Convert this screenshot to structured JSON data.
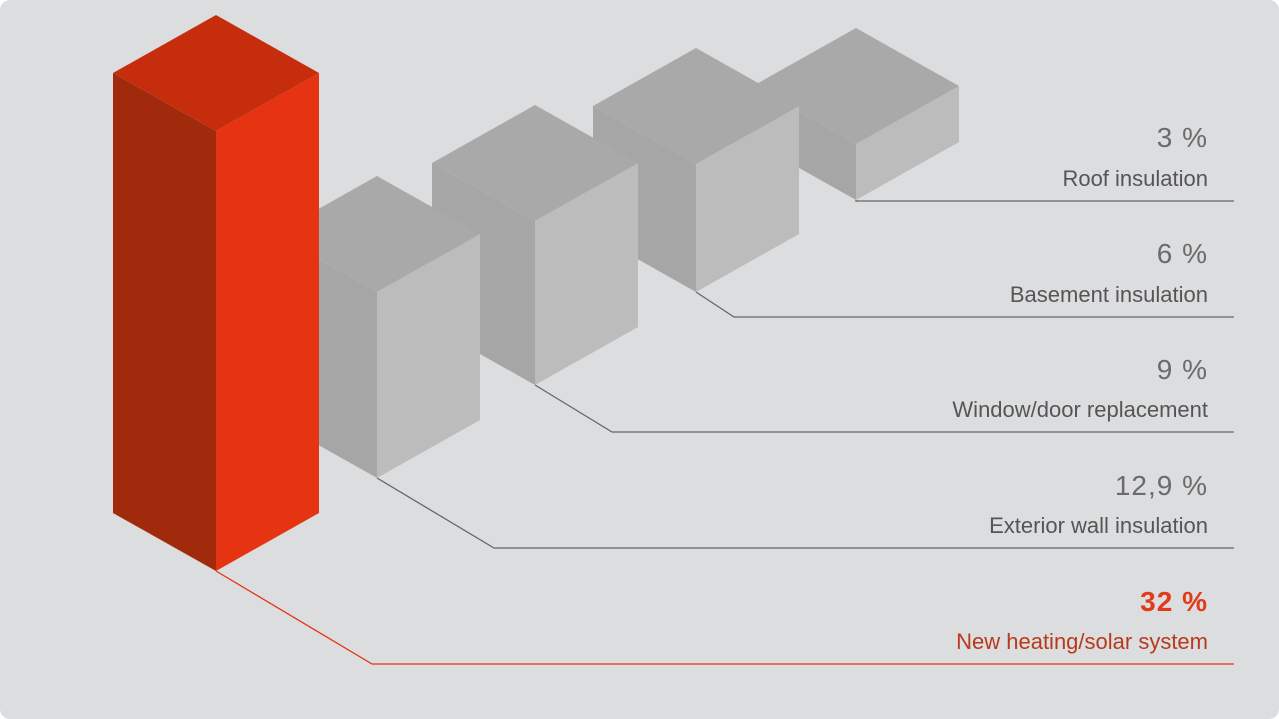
{
  "colors": {
    "background": "#dcdddf",
    "highlight_front": "#e63312",
    "highlight_side": "#a12a0c",
    "highlight_top": "#c52d0c",
    "highlight_text": "#e23a1a",
    "highlight_label": "#b8391c",
    "cube_front": "#bcbcbc",
    "cube_side": "#a6a6a6",
    "cube_top": "#a9a9a9",
    "text": "#555555",
    "leader": "#666666"
  },
  "chart_data": {
    "type": "bar",
    "style": "isometric-3d",
    "highlight_index": 0,
    "categories": [
      "New heating/solar system",
      "Exterior wall insulation",
      "Window/door replacement",
      "Basement insulation",
      "Roof insulation"
    ],
    "values": [
      32,
      12.9,
      9,
      6,
      3
    ],
    "value_labels": [
      "32 %",
      "12,9 %",
      "9 %",
      "6 %",
      "3 %"
    ],
    "title": "",
    "xlabel": "",
    "ylabel": "",
    "grid": false,
    "legend": "none"
  }
}
